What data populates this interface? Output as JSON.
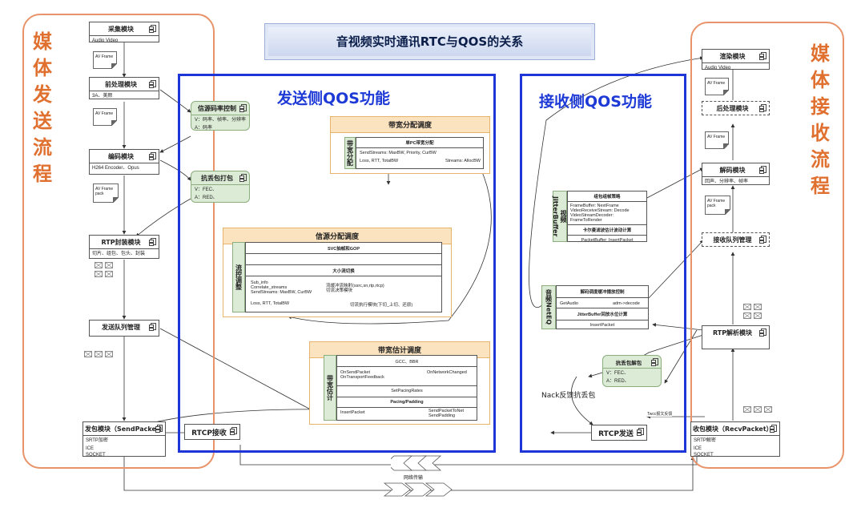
{
  "title": "音视频实时通讯RTC与QOS的关系",
  "left_panel": {
    "title_chars": [
      "媒",
      "体",
      "发",
      "送",
      "流",
      "程"
    ],
    "modules": {
      "capture": {
        "name": "采集模块",
        "desc": "Audio Video"
      },
      "preprocess": {
        "name": "前处理模块",
        "desc": "3A、美颜"
      },
      "encode": {
        "name": "编码模块",
        "desc": "H264 Encoder、Opus"
      },
      "rtp_pack": {
        "name": "RTP封装模块",
        "desc": "切片、组包、包头、封装"
      },
      "send_queue": {
        "name": "发送队列管理"
      },
      "send_packet": {
        "name": "发包模块（SendPacket）",
        "lines": [
          "SRTP加密",
          "ICE",
          "SOCKET"
        ]
      }
    },
    "notes": {
      "av_frame_1": "AV Frame",
      "av_frame_2": "AV Frame",
      "av_frame_pack": "AV Frame pack"
    }
  },
  "right_panel": {
    "title_chars": [
      "媒",
      "体",
      "接",
      "收",
      "流",
      "程"
    ],
    "modules": {
      "render": {
        "name": "渲染模块",
        "desc": "Audio Video"
      },
      "postprocess": {
        "name": "后处理模块"
      },
      "decode": {
        "name": "解码模块",
        "desc": "回声、分辨率、帧率"
      },
      "recv_queue": {
        "name": "接收队列管理"
      },
      "rtp_parse": {
        "name": "RTP解析模块"
      },
      "recv_packet": {
        "name": "收包模块（RecvPacket）",
        "lines": [
          "SRTP解密",
          "ICE",
          "SOCKET"
        ]
      }
    },
    "notes": {
      "av_frame_1": "AV Frame",
      "av_frame_2": "AV Frame",
      "av_frame_pack": "AV Frame pack"
    }
  },
  "send_qos": {
    "title": "发送侧QOS功能",
    "rate_control": {
      "name": "信源码率控制",
      "lines": [
        "V：码率、帧率、分辨率",
        "A：码率"
      ]
    },
    "fec_pack": {
      "name": "抗丢包打包",
      "lines": [
        "V：FEC、",
        "A：RED、"
      ]
    },
    "bw_alloc": {
      "title": "带宽分配调度",
      "label": "带宽分配",
      "header": "单PC带宽分配",
      "line1": "SendStreams: MaxBW, Priority, CurBW",
      "line2": "Loss, RTT, TotalBW",
      "line3": "Streams: AllocBW"
    },
    "source_alloc": {
      "title": "信源分配调度",
      "label": "流控调整",
      "row1": "SVC抽帧和GOP",
      "row2": "大小流切换",
      "left_lines": [
        "Sub_info",
        "Correlate_streams",
        "SendStreams: MaxBW, CurBW",
        "Loss, RTT, TotalBW"
      ],
      "right_lines": [
        "流缓冲流映射(ssrc,sn,rtp,rtcp)",
        "切流决策模块",
        "切流执行模块(下切_上切、还原)"
      ]
    },
    "bw_estimate": {
      "title": "带宽估计调度",
      "label": "带宽估计",
      "algo": "GCC、BBR",
      "left_lines": [
        "OnSendPacket",
        "OnTransportFeedback"
      ],
      "network_changed": "OnNetworkChanged",
      "set_pacing": "SetPacingRates",
      "pacing": "Pacing/Padding",
      "insert_packet": "InsertPacket",
      "send_lines": [
        "SendPacketToNet",
        "SendPadding"
      ]
    },
    "rtcp_recv": {
      "name": "RTCP接收"
    }
  },
  "recv_qos": {
    "title": "接收侧QOS功能",
    "jitter": {
      "label": "视频JitterBuffer",
      "row1": "组包组帧策略",
      "row2_lines": [
        "FrameBuffer: NextFrame",
        "VideoReceiveStream: Decode",
        "VideoStreamDecoder: FrameToRender"
      ],
      "row3": "卡尔曼滤波估计波动计算",
      "row4": "PacketBuffer: InsertPacket"
    },
    "neteq": {
      "label": "音频NetEQ",
      "row1": "解码调度缓冲播放控制",
      "row2_left": "GetAudio",
      "row2_right": "adm->decode",
      "row3": "JitterBuffer回放水位计算",
      "row4": "InsertPacket"
    },
    "fec_unpack": {
      "name": "抗丢包解包",
      "lines": [
        "V：FEC、",
        "A：RED、"
      ]
    },
    "nack_label": "Nack反馈抗丢包",
    "twcc_label": "Twcc报文反馈",
    "rtcp_send": {
      "name": "RTCP发送"
    }
  },
  "network_label": "网络传输"
}
